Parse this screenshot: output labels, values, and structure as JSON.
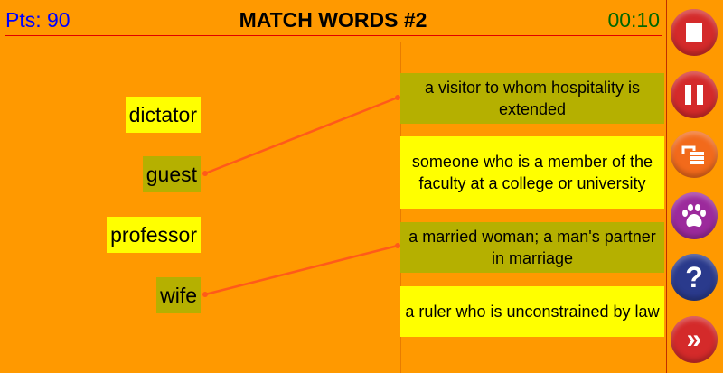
{
  "header": {
    "points": "Pts: 90",
    "title": "MATCH WORDS #2",
    "timer": "00:10"
  },
  "words": [
    "dictator",
    "guest",
    "professor",
    "wife"
  ],
  "definitions": [
    "a visitor to whom hospitality is extended",
    "someone who is a member of the faculty at a college or university",
    "a married woman; a man's partner in marriage",
    "a ruler who is unconstrained by law"
  ],
  "matches": [
    {
      "word": "guest",
      "definition": "a visitor to whom hospitality is extended"
    },
    {
      "word": "wife",
      "definition": "a married woman; a man's partner in marriage"
    }
  ],
  "buttons": [
    "stop",
    "pause",
    "unlock",
    "paw",
    "help",
    "skip"
  ],
  "colors": {
    "background": "#FF9900",
    "matched": "#B5B000",
    "unmatched": "#FFFF00",
    "line": "#FF5A1A"
  }
}
